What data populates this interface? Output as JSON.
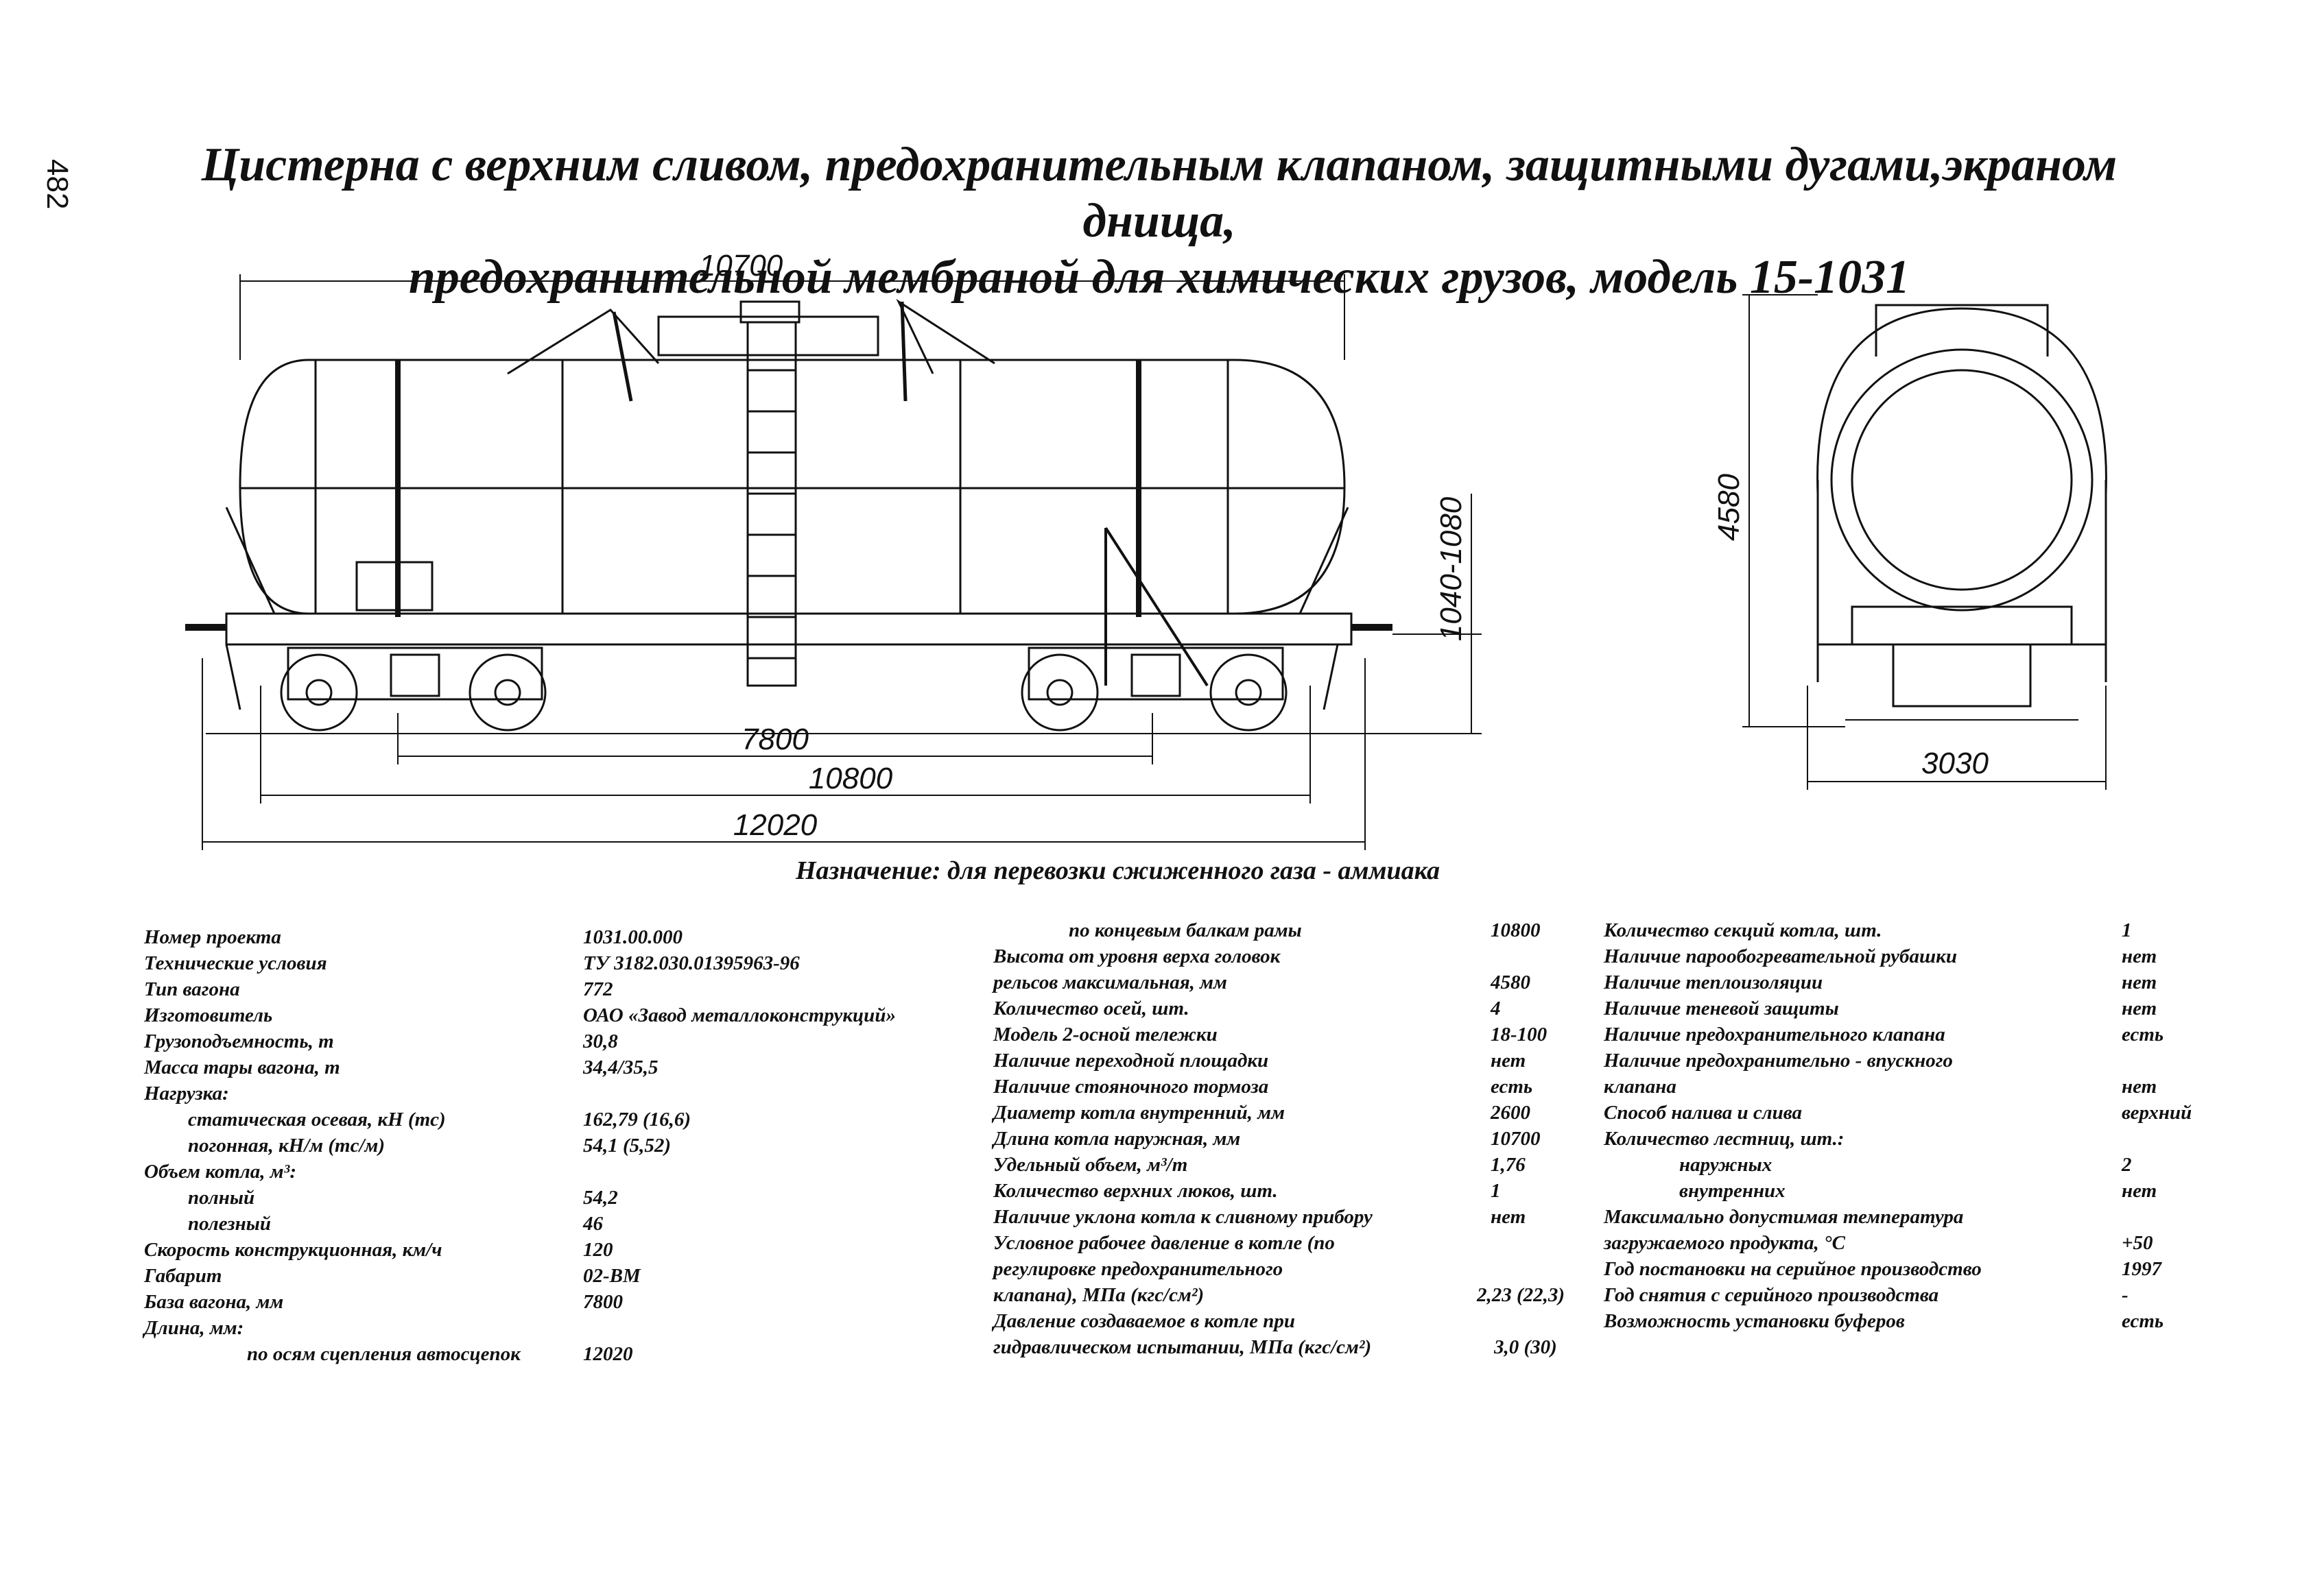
{
  "page_number": "482",
  "title": {
    "line1": "Цистерна с верхним сливом, предохранительным клапаном, защитными дугами,экраном днища,",
    "line2": "предохранительной мембраной для химических грузов, модель 15-1031"
  },
  "dimensions": {
    "boiler_length": "10700",
    "base": "7800",
    "frame_length": "10800",
    "coupler_length": "12020",
    "coupler_height": "1040-1080",
    "height": "4580",
    "width": "3030"
  },
  "purpose": "Назначение: для перевозки сжиженного газа - аммиака",
  "specs": {
    "col1": [
      {
        "label": "Номер проекта",
        "value": "1031.00.000"
      },
      {
        "label": "Технические условия",
        "value": "ТУ 3182.030.01395963-96"
      },
      {
        "label": "Тип вагона",
        "value": "772"
      },
      {
        "label": "Изготовитель",
        "value": "ОАО «Завод металлоконструкций»"
      },
      {
        "label": "Грузоподъемность, т",
        "value": "30,8"
      },
      {
        "label": "Масса тары вагона, т",
        "value": "34,4/35,5"
      },
      {
        "label": "Нагрузка:",
        "value": ""
      },
      {
        "label": "статическая осевая, кН (тс)",
        "value": "162,79 (16,6)"
      },
      {
        "label": "погонная, кН/м (тс/м)",
        "value": "54,1 (5,52)"
      },
      {
        "label": "Объем котла, м³:",
        "value": ""
      },
      {
        "label": "полный",
        "value": "54,2"
      },
      {
        "label": "полезный",
        "value": "46"
      },
      {
        "label": "Скорость конструкционная, км/ч",
        "value": "120"
      },
      {
        "label": "Габарит",
        "value": "02-ВМ"
      },
      {
        "label": "База вагона, мм",
        "value": "7800"
      },
      {
        "label": "Длина, мм:",
        "value": ""
      },
      {
        "label": "по осям сцепления автосцепок",
        "value": "12020"
      }
    ],
    "col2": [
      {
        "label": "по концевым балкам рамы",
        "value": "10800"
      },
      {
        "label": "Высота от уровня верха головок",
        "value": ""
      },
      {
        "label": "рельсов максимальная, мм",
        "value": "4580"
      },
      {
        "label": "Количество осей, шт.",
        "value": "4"
      },
      {
        "label": "Модель 2-осной тележки",
        "value": "18-100"
      },
      {
        "label": "Наличие переходной площадки",
        "value": "нет"
      },
      {
        "label": "Наличие стояночного тормоза",
        "value": "есть"
      },
      {
        "label": "Диаметр котла внутренний, мм",
        "value": "2600"
      },
      {
        "label": "Длина котла наружная, мм",
        "value": "10700"
      },
      {
        "label": "Удельный объем, м³/т",
        "value": "1,76"
      },
      {
        "label": "Количество верхних люков, шт.",
        "value": "1"
      },
      {
        "label": "Наличие уклона котла к сливному прибору",
        "value": "нет"
      },
      {
        "label": "Условное рабочее давление в котле (по",
        "value": ""
      },
      {
        "label": "регулировке предохранительного",
        "value": ""
      },
      {
        "label": "клапана), МПа (кгс/см²)",
        "value": "2,23 (22,3)"
      },
      {
        "label": "Давление создаваемое в котле при",
        "value": ""
      },
      {
        "label": "гидравлическом испытании, МПа (кгс/см²)",
        "value": "3,0 (30)"
      }
    ],
    "col3": [
      {
        "label": "Количество секций котла, шт.",
        "value": "1"
      },
      {
        "label": "Наличие парообогревательной рубашки",
        "value": "нет"
      },
      {
        "label": "Наличие теплоизоляции",
        "value": "нет"
      },
      {
        "label": "Наличие теневой защиты",
        "value": "нет"
      },
      {
        "label": "Наличие предохранительного клапана",
        "value": "есть"
      },
      {
        "label": "Наличие предохранительно - впускного",
        "value": ""
      },
      {
        "label": "клапана",
        "value": "нет"
      },
      {
        "label": "Способ налива и слива",
        "value": "верхний"
      },
      {
        "label": "Количество лестниц, шт.:",
        "value": ""
      },
      {
        "label": "наружных",
        "value": "2"
      },
      {
        "label": "внутренних",
        "value": "нет"
      },
      {
        "label": "Максимально допустимая температура",
        "value": ""
      },
      {
        "label": "загружаемого продукта, °С",
        "value": "+50"
      },
      {
        "label": "Год постановки на серийное производство",
        "value": "1997"
      },
      {
        "label": "Год снятия с серийного производства",
        "value": "-"
      },
      {
        "label": "Возможность установки буферов",
        "value": "есть"
      }
    ]
  }
}
